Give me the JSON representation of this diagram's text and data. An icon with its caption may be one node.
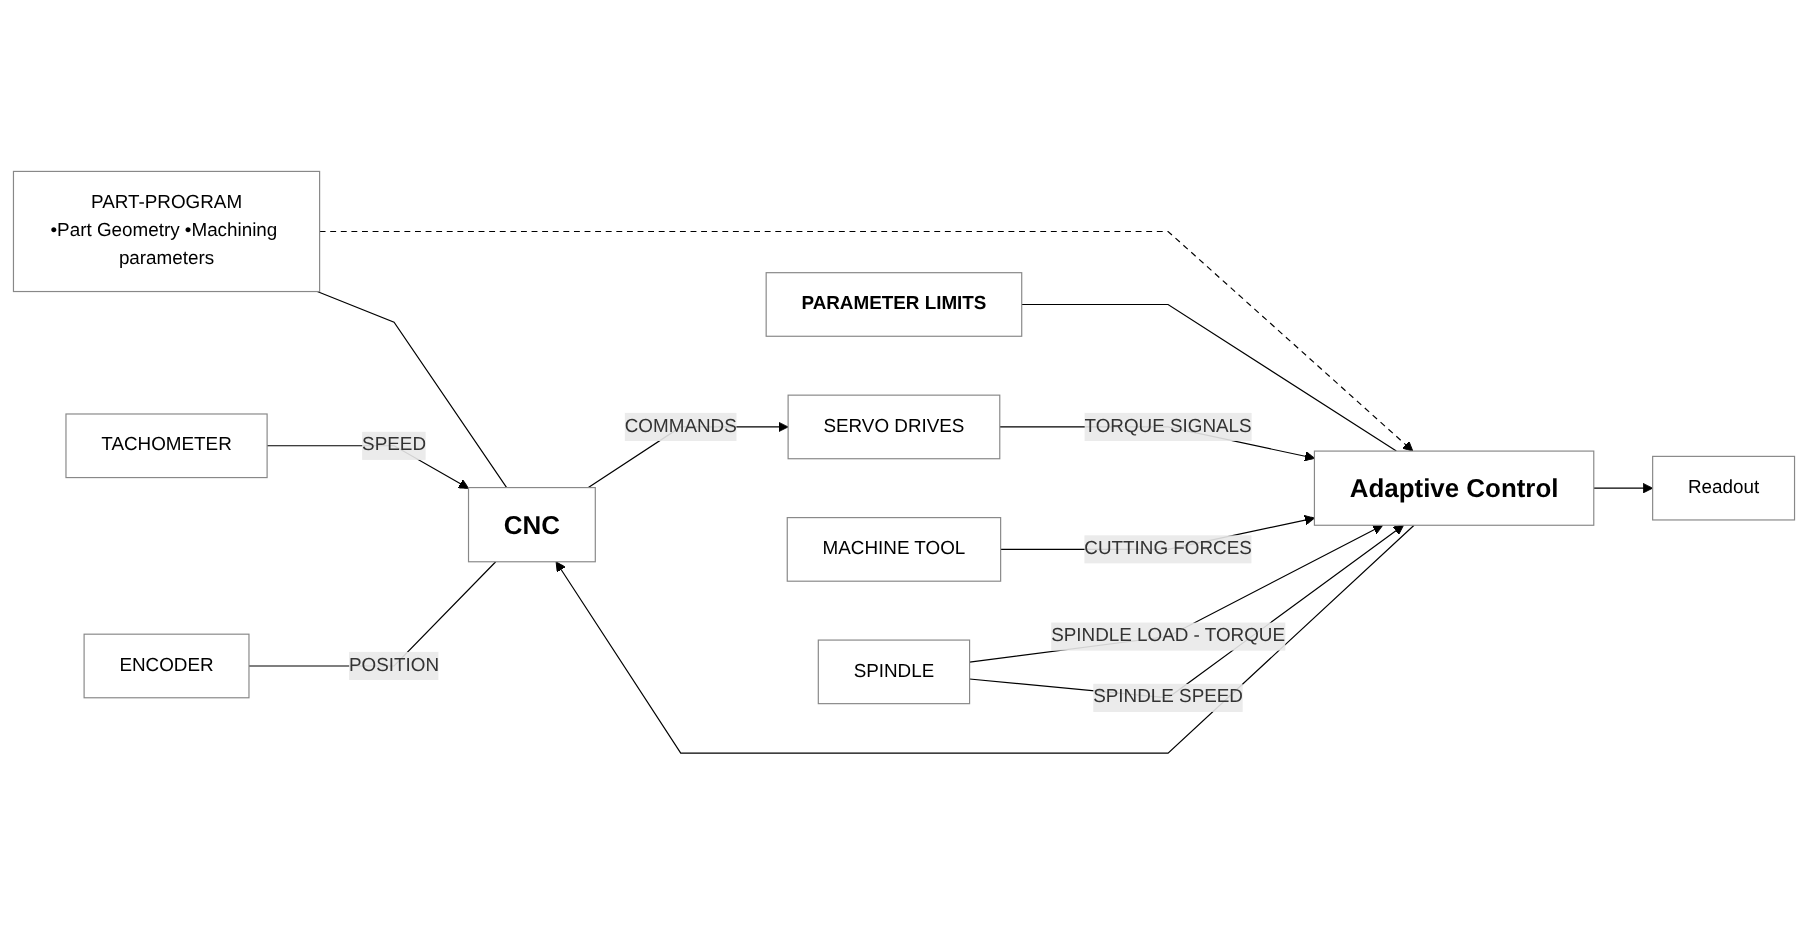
{
  "diagram": {
    "nodes": [
      {
        "text": [
          "PART-PROGRAM",
          "•Part Geometry •Machining parameters"
        ]
      },
      {
        "text": [
          "CNC"
        ]
      },
      {
        "text": [
          "SERVO DRIVES"
        ]
      },
      {
        "text": [
          "MACHINE TOOL"
        ]
      },
      {
        "text": [
          "SPINDLE"
        ]
      },
      {
        "text": [
          "ENCODER"
        ]
      },
      {
        "text": [
          "TACHOMETER"
        ]
      },
      {
        "text": [
          "PARAMETER LIMITS"
        ]
      },
      {
        "text": [
          "Adaptive Control"
        ]
      },
      {
        "text": [
          "Readout"
        ]
      }
    ],
    "edges": [
      {
        "from": 0,
        "to": 1,
        "arrow": "none"
      },
      {
        "from": 0,
        "to": 8,
        "arrow": "to",
        "style": "dashed"
      },
      {
        "from": 7,
        "to": 8,
        "arrow": "none"
      },
      {
        "from": 6,
        "to": 1,
        "label": "SPEED",
        "arrow": "to"
      },
      {
        "from": 5,
        "to": 1,
        "label": "POSITION",
        "arrow": "none"
      },
      {
        "from": 1,
        "to": 2,
        "label": "COMMANDS",
        "arrow": "to"
      },
      {
        "from": 2,
        "to": 8,
        "label": "TORQUE SIGNALS",
        "arrow": "to"
      },
      {
        "from": 3,
        "to": 8,
        "label": "CUTTING FORCES",
        "arrow": "to"
      },
      {
        "from": 4,
        "to": 8,
        "label": "SPINDLE LOAD - TORQUE",
        "arrow": "to"
      },
      {
        "from": 4,
        "to": 8,
        "label": "SPINDLE SPEED",
        "arrow": "to"
      },
      {
        "from": 8,
        "to": 1,
        "arrow": "to"
      },
      {
        "from": 8,
        "to": 9,
        "arrow": "to"
      }
    ]
  }
}
